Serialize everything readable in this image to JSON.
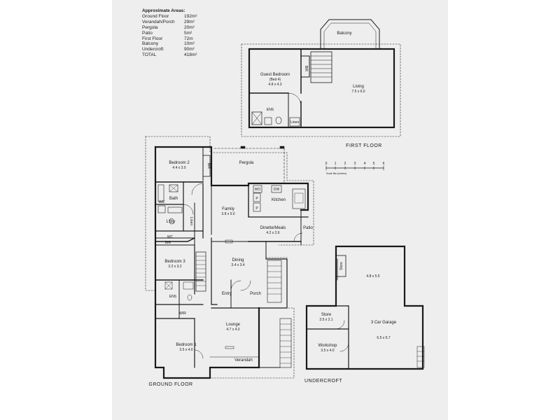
{
  "areas": {
    "heading": "Approximate Areas:",
    "rows": [
      {
        "label": "Ground Floor",
        "value": "192m²"
      },
      {
        "label": "Verandah/Porch",
        "value": "29m²"
      },
      {
        "label": "Pergola",
        "value": "20m²"
      },
      {
        "label": "Patio",
        "value": "5m²"
      },
      {
        "label": "First Floor",
        "value": "72m"
      },
      {
        "label": "Balcony",
        "value": "10m²"
      },
      {
        "label": "Undercroft",
        "value": "90m²"
      },
      {
        "label": "TOTAL",
        "value": "418m²"
      }
    ]
  },
  "first_floor": {
    "caption": "FIRST FLOOR",
    "balcony": "Balcony",
    "guest_bedroom": "Guest Bedroom",
    "guest_bedroom_note": "(Bed 4)",
    "guest_bedroom_dims": "4.8 x 4.3",
    "bir": "BIR",
    "living": "Living",
    "living_dims": "7.5 x 6.0",
    "ens": "ENS",
    "linen": "Linen"
  },
  "scale": {
    "ticks": [
      "0",
      "1",
      "2",
      "3",
      "4",
      "5",
      "6"
    ],
    "note": "Scale Bar (metres)"
  },
  "ground_floor": {
    "caption": "GROUND FLOOR",
    "bedroom2": "Bedroom 2",
    "bedroom2_dims": "4.4 x 3.0",
    "bir_top": "BIR",
    "pergola": "Pergola",
    "bath": "Bath",
    "wc": "WC",
    "ldry": "L'dry",
    "linen": "Linen",
    "family": "Family",
    "family_dims": "3.8 x 5.0",
    "kitchen": "Kitchen",
    "wo": "WO",
    "dw": "DW",
    "p1": "P",
    "p2": "P",
    "dinette": "Dinette/Meals",
    "dinette_dims": "4.2 x 2.6",
    "patio": "Patio",
    "bir_mid": "BIR",
    "wc_mid": "WC",
    "bedroom3": "Bedroom 3",
    "bedroom3_dims": "3.2 x 3.2",
    "dining": "Dining",
    "dining_dims": "3.4 x 3.4",
    "ens": "ENS",
    "wir": "WIR",
    "entry": "Entry",
    "porch": "Porch",
    "lounge": "Lounge",
    "lounge_dims": "4.7 x 4.0",
    "bedroom1": "Bedroom 1",
    "bedroom1_dims": "3.5 x 4.0",
    "verandah": "Verandah"
  },
  "undercroft": {
    "caption": "UNDERCROFT",
    "store_vertical": "Store",
    "area_dims": "4.8 x 5.5",
    "store": "Store",
    "store_dims": "3.5 x 2.1",
    "garage": "3 Car Garage",
    "garage_dims": "6.5 x 5.7",
    "workshop": "Workshop",
    "workshop_dims": "3.5 x 4.0"
  }
}
